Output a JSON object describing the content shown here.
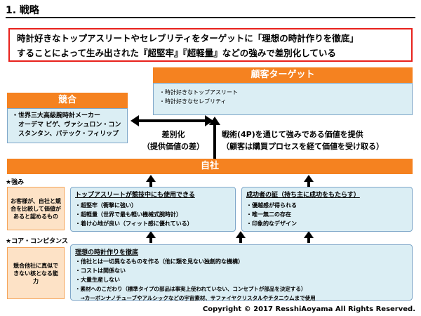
{
  "title": "1. 戦略",
  "headline": {
    "line1": "時計好きなトップアスリートやセレブリティをターゲットに「理想の時計作りを徹底」",
    "line2": "することによって生み出された『超堅牢』『超軽量』などの強みで差別化している"
  },
  "customer_target": {
    "header": "顧客ターゲット",
    "items": [
      "・時計好きなトップアスリート",
      "・時計好きなセレブリティ"
    ]
  },
  "competition": {
    "header": "競合",
    "items": [
      "・世界三大高級腕時計メーカー",
      "　オーデマ ピゲ、ヴァシュロン・コン",
      "　スタンタン、パテック・フィリップ"
    ]
  },
  "differentiation": {
    "line1": "差別化",
    "line2": "（提供価値の差）"
  },
  "tactics": {
    "line1": "戦術(4P)を通じて強みである価値を提供",
    "line2": "（顧客は購買プロセスを経て価値を受け取る）"
  },
  "company": {
    "header": "自社"
  },
  "strengths": {
    "label": "★強み",
    "side_label": "お客様が、自社と競合を比較して価値があると認めるもの",
    "box1": {
      "title": "トップアスリートが競技中にも使用できる",
      "items": [
        "・超堅牢（衝撃に強い）",
        "・超軽量（世界で最も軽い機械式腕時計）",
        "・着け心地が良い（フィット感に優れている）"
      ]
    },
    "box2": {
      "title": "成功者の証（持ち主に成功をもたらす）",
      "items": [
        "・優越感が得られる",
        "・唯一無二の存在",
        "・印象的なデザイン"
      ]
    }
  },
  "core_competence": {
    "label": "★コア・コンピタンス",
    "side_label": "競合他社に真似できない核となる能力",
    "box": {
      "title": "理想の時計作りを徹底",
      "items": [
        "・他社とは一切異なるものを作る（他に類を見ない独創的な機構）",
        "・コストは関係ない",
        "・大量生産しない",
        "・素材へのこだわり（標準タイプの部品は事実上使われていない、コンセプトが部品を決定する）",
        "　→カーボンナノチューブやアルシックなどの宇宙素材、サファイヤクリスタルやチタニウムまで使用"
      ]
    }
  },
  "copyright": "Copyright © 2017 ResshiAoyama All Rights Reserved.",
  "colors": {
    "accent_orange": "#f58220",
    "headline_border": "#e8211c",
    "box_fill": "#dbeef4"
  }
}
